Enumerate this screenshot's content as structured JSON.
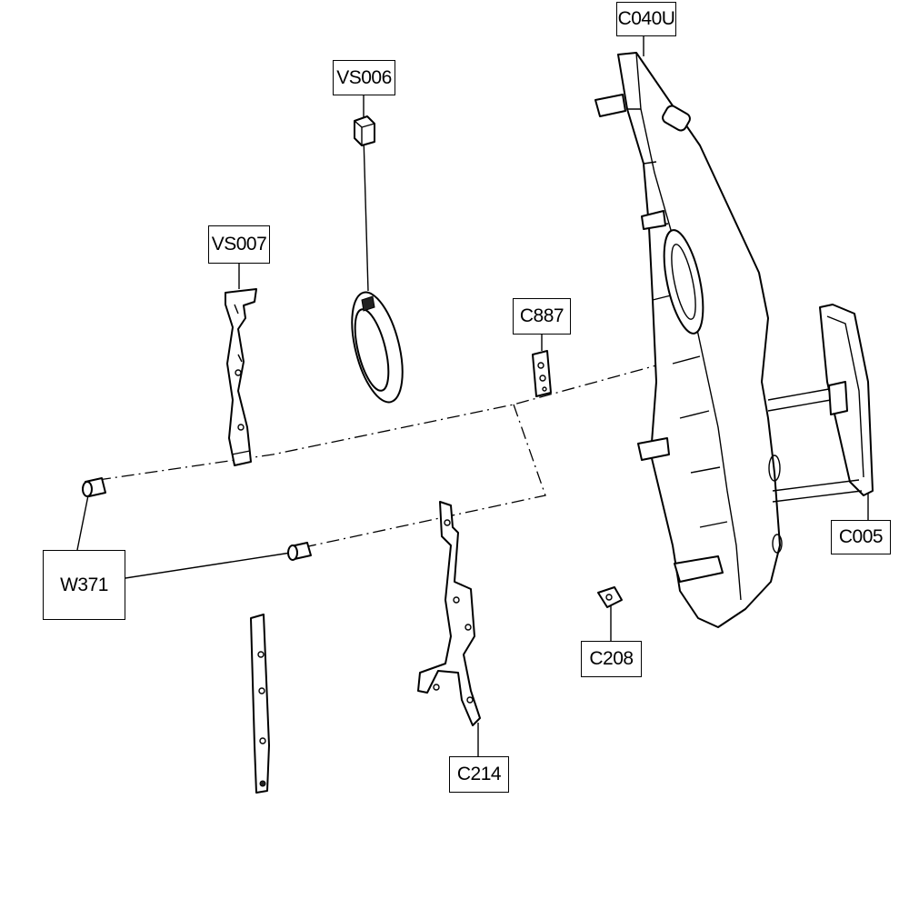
{
  "diagram": {
    "labels": {
      "c040u": "C040U",
      "vs006": "VS006",
      "vs007": "VS007",
      "c887": "C887",
      "c005": "C005",
      "w371": "W371",
      "c208": "C208",
      "c214": "C214"
    },
    "line_color": "#000000",
    "background": "#ffffff"
  }
}
